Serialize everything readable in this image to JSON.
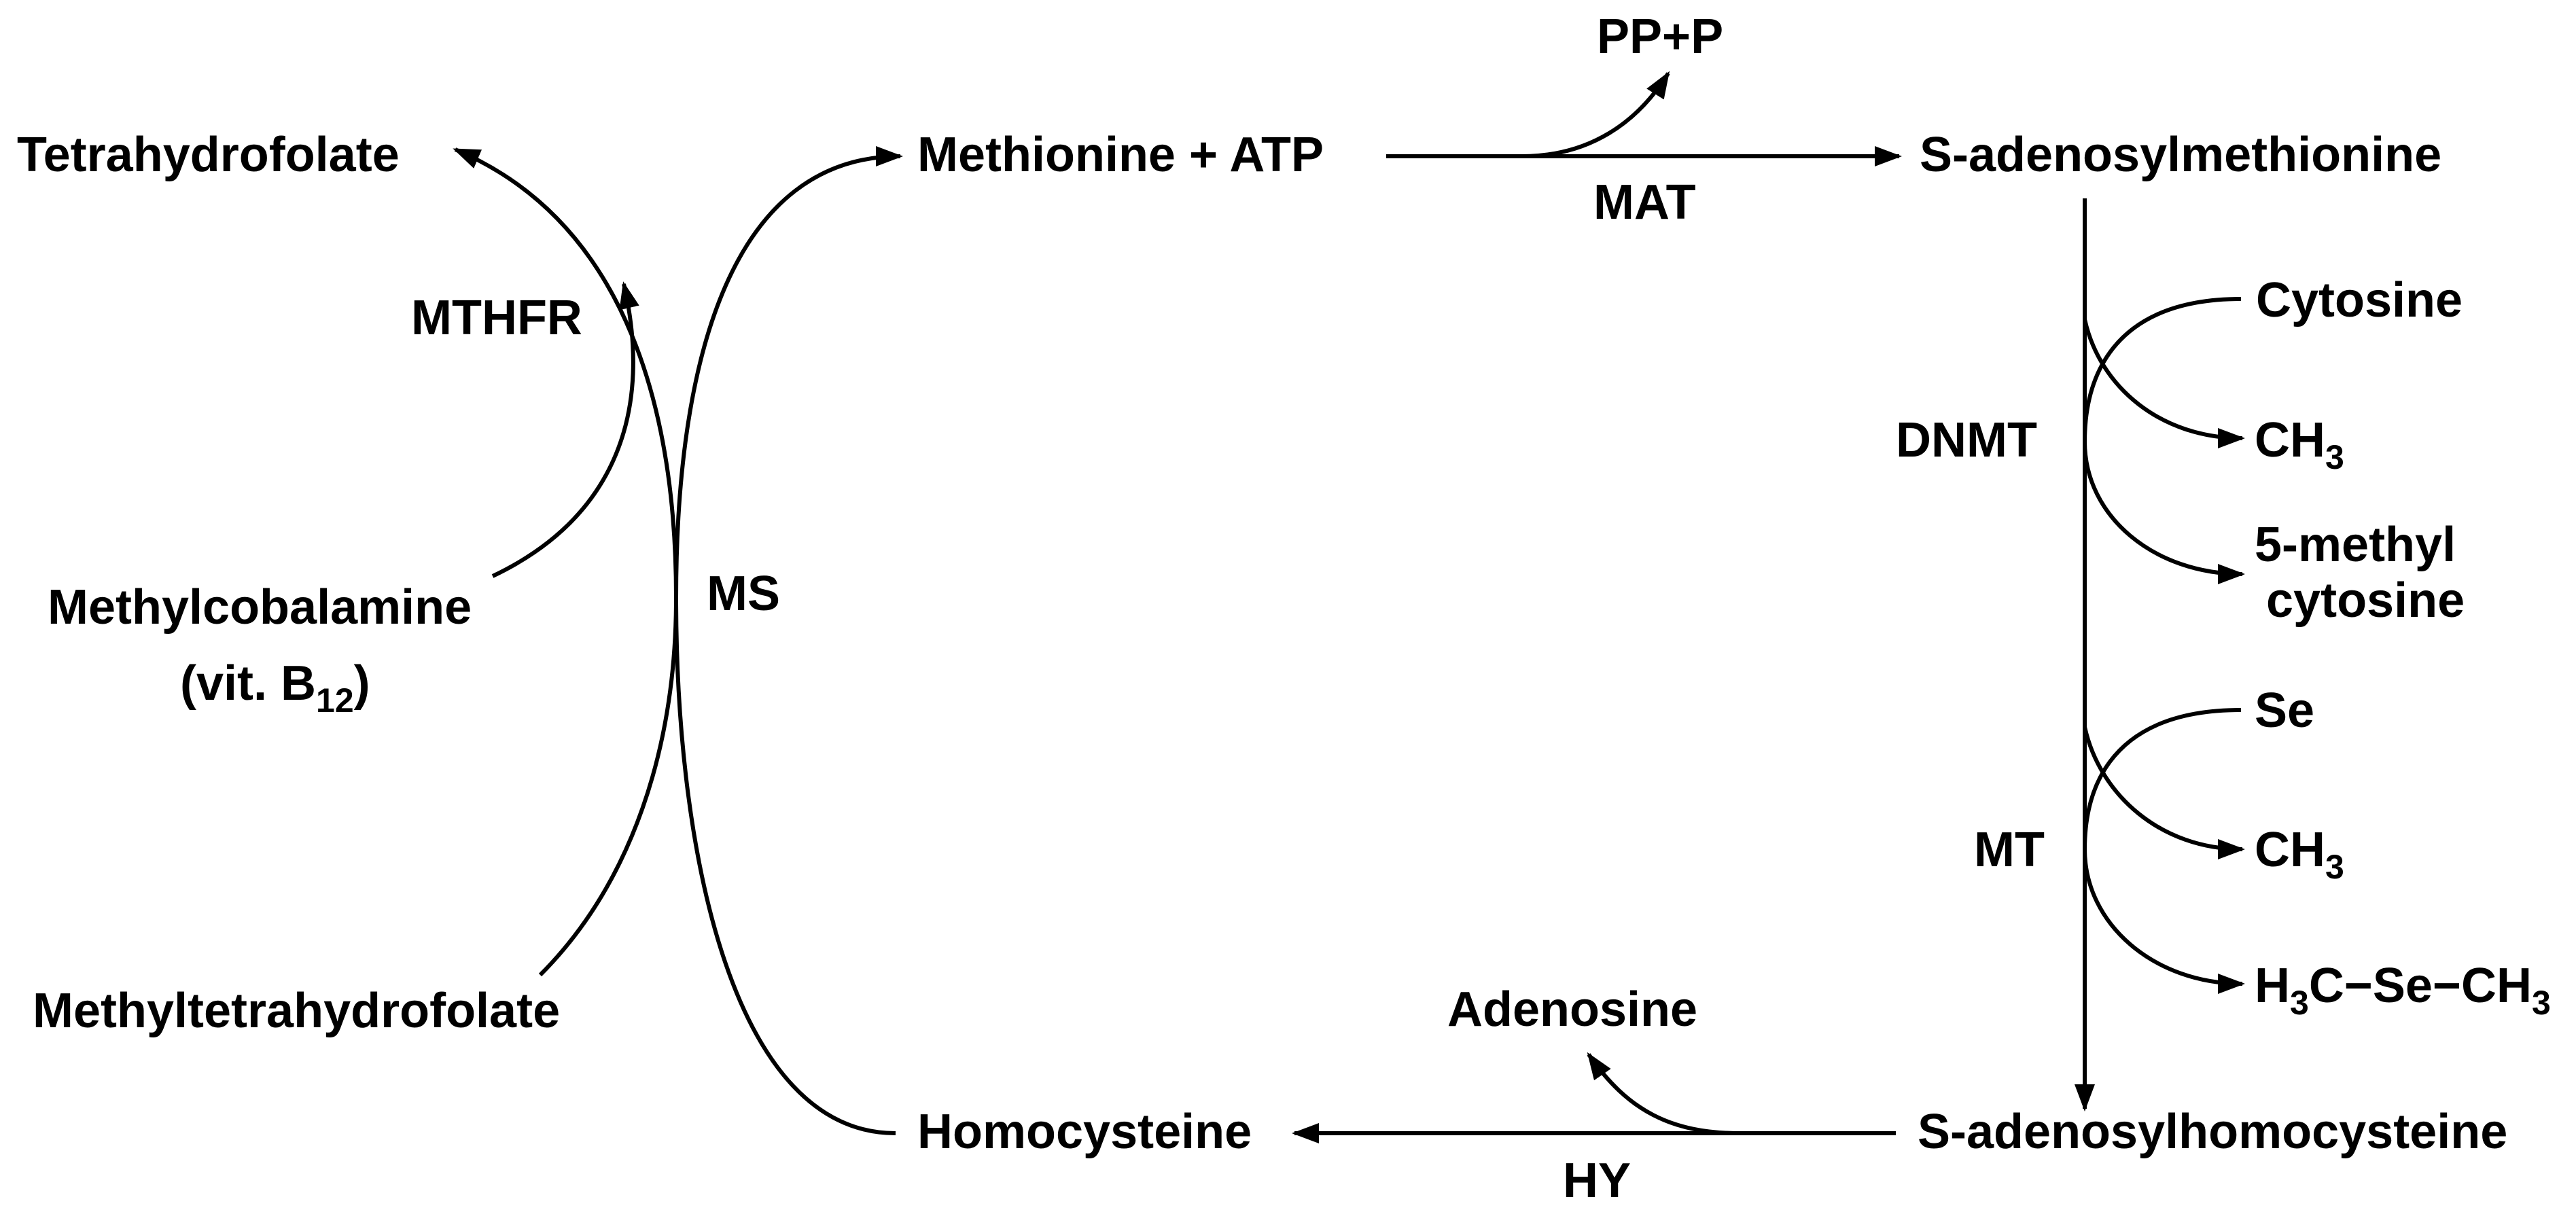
{
  "nodes": {
    "tetrahydrofolate": "Tetrahydrofolate",
    "mthfr": "MTHFR",
    "methylcobalamine": "Methylcobalamine",
    "vitb12_prefix": "(vit. B",
    "vitb12_sub": "12",
    "vitb12_suffix": ")",
    "methyltetrahydrofolate": "Methyltetrahydrofolate",
    "ms": "MS",
    "methionine_atp": "Methionine + ATP",
    "pp_p": "PP+P",
    "mat": "MAT",
    "sam": "S-adenosylmethionine",
    "cytosine": "Cytosine",
    "dnmt": "DNMT",
    "ch3_a_base": "CH",
    "ch3_a_sub": "3",
    "methylcytosine_line1": "5-methyl",
    "methylcytosine_line2": "cytosine",
    "se": "Se",
    "mt": "MT",
    "ch3_b_base": "CH",
    "ch3_b_sub": "3",
    "dimethylselenide_p1": "H",
    "dimethylselenide_s1": "3",
    "dimethylselenide_p2": "C−Se−CH",
    "dimethylselenide_s2": "3",
    "adenosine": "Adenosine",
    "sah": "S-adenosylhomocysteine",
    "homocysteine": "Homocysteine",
    "hy": "HY"
  }
}
